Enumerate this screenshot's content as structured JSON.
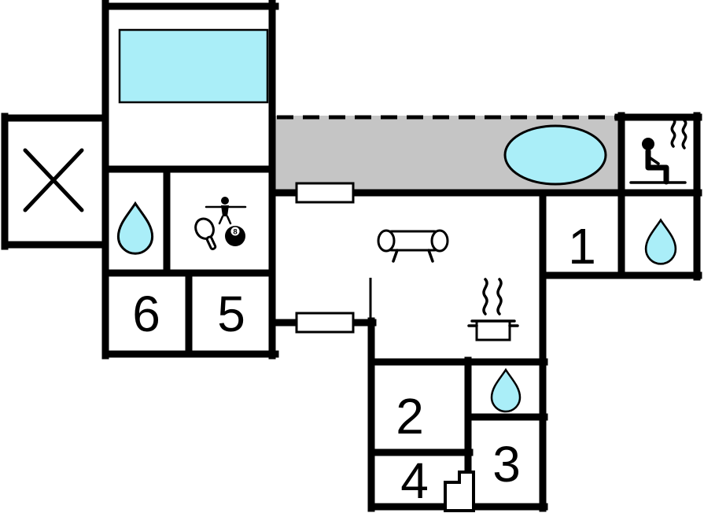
{
  "colors": {
    "wall": "#000000",
    "background": "#ffffff",
    "water": "#aaeef8",
    "terrace": "#c5c5c5"
  },
  "rooms": [
    {
      "label": "1"
    },
    {
      "label": "2"
    },
    {
      "label": "3"
    },
    {
      "label": "4"
    },
    {
      "label": "5"
    },
    {
      "label": "6"
    }
  ],
  "billiard_ball": {
    "label": "8"
  },
  "icons": [
    {
      "name": "swimming-pool"
    },
    {
      "name": "x-mark"
    },
    {
      "name": "hot-tub"
    },
    {
      "name": "sauna-person"
    },
    {
      "name": "steam"
    },
    {
      "name": "water-drop"
    },
    {
      "name": "table-tennis-paddle"
    },
    {
      "name": "foosball-player"
    },
    {
      "name": "billiard-8-ball"
    },
    {
      "name": "sofa"
    },
    {
      "name": "cooking-pot"
    },
    {
      "name": "door-window"
    },
    {
      "name": "stairs-step"
    }
  ]
}
